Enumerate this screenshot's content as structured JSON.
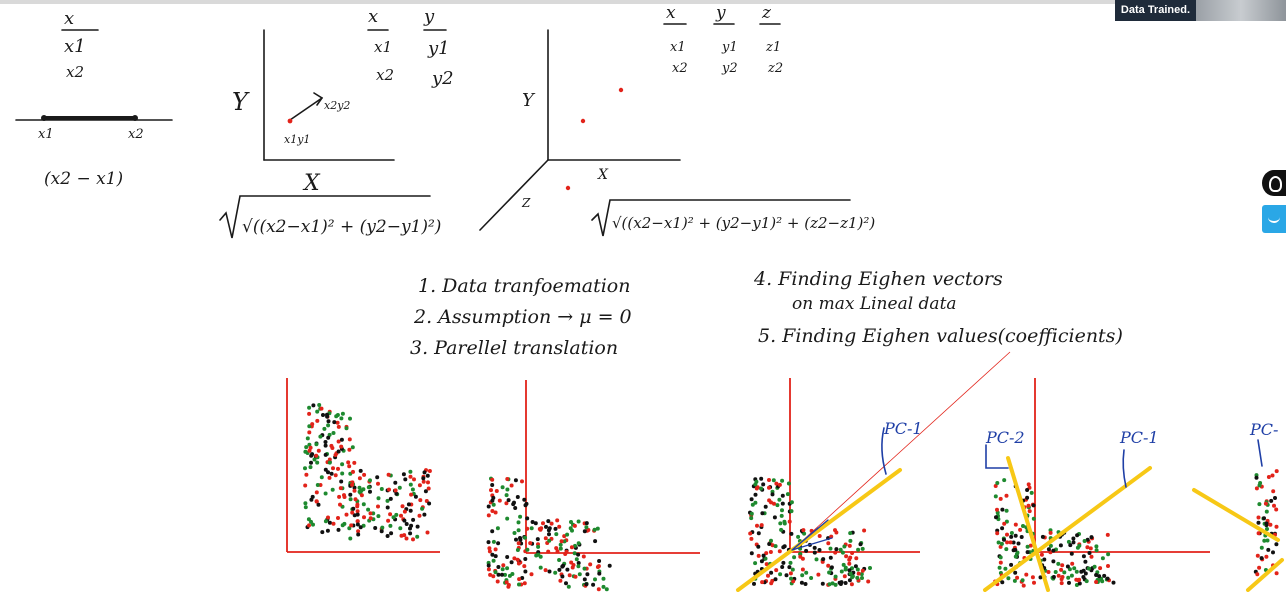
{
  "overlay": {
    "badge_text": "Data Trained."
  },
  "section_1d": {
    "header": "x",
    "rows": [
      "x1",
      "x2"
    ],
    "point1": "x1",
    "point2": "x2",
    "formula": "(x2 − x1)"
  },
  "section_2d": {
    "headers": [
      "x",
      "y"
    ],
    "rows": [
      [
        "x1",
        "y1"
      ],
      [
        "x2",
        "y2"
      ]
    ],
    "axis_y": "Y",
    "axis_x": "X",
    "point_a": "x1y1",
    "point_b": "x2y2",
    "formula": "√((x2−x1)² + (y2−y1)²)"
  },
  "section_3d": {
    "headers": [
      "x",
      "y",
      "z"
    ],
    "rows": [
      [
        "x1",
        "y1",
        "z1"
      ],
      [
        "x2",
        "y2",
        "z2"
      ]
    ],
    "axis_y": "Y",
    "axis_x": "X",
    "axis_z": "Z",
    "formula": "√((x2−x1)² + (y2−y1)² + (z2−z1)²)"
  },
  "steps_left": [
    "1. Data tranfoemation",
    "2. Assumption → μ = 0",
    "3. Parellel translation"
  ],
  "steps_right": [
    "4. Finding Eighen vectors",
    "on max Lineal data",
    "5. Finding Eighen values(coefficients)"
  ],
  "pca_labels": {
    "pc1_a": "PC-1",
    "pc2": "PC-2",
    "pc1_b": "PC-1",
    "pc_cut": "PC-"
  },
  "colors": {
    "ink": "#1a1a1a",
    "axis_red": "#e2231a",
    "point_red": "#e2231a",
    "point_green": "#1e8a2f",
    "point_black": "#111111",
    "pc_yellow": "#f7c816",
    "pen_blue": "#1f3fa6"
  }
}
